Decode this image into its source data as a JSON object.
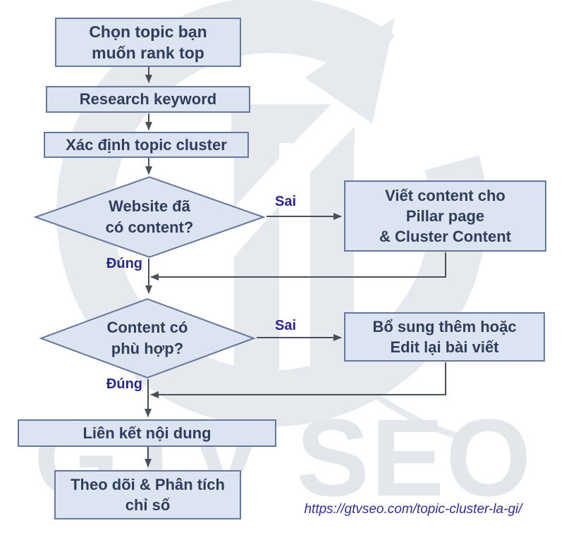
{
  "colors": {
    "node_fill": "#dce3f1",
    "node_border": "#66779c",
    "node_text": "#2f3e5c",
    "edge_label_text": "#26268c",
    "connector": "#4a505a",
    "url_text": "#2e2e96",
    "watermark_gray": "#e6e9ed",
    "watermark_text": "#e3e6eb"
  },
  "watermark": {
    "brand_text": "GTV SEO"
  },
  "footer": {
    "source_url": "https://gtvseo.com/topic-cluster-la-gi/"
  },
  "flow": {
    "choose_topic": {
      "line1": "Chọn topic bạn",
      "line2": "muốn rank top"
    },
    "research_keyword": {
      "label": "Research keyword"
    },
    "define_topic_cluster": {
      "label": "Xác định topic cluster"
    },
    "website_has_content": {
      "line1": "Website đã",
      "line2": "có content?"
    },
    "write_content": {
      "line1": "Viết content cho",
      "line2": "Pillar page",
      "line3": "& Cluster Content"
    },
    "content_suitable": {
      "line1": "Content có",
      "line2": "phù hợp?"
    },
    "edit_content": {
      "line1": "Bổ sung thêm hoặc",
      "line2": "Edit lại bài viết"
    },
    "link_content": {
      "label": "Liên kết nội dung"
    },
    "track_analyze": {
      "line1": "Theo dõi & Phân tích",
      "line2": "chỉ số"
    },
    "edge_labels": {
      "no1": "Sai",
      "yes1": "Đúng",
      "no2": "Sai",
      "yes2": "Đúng"
    }
  }
}
